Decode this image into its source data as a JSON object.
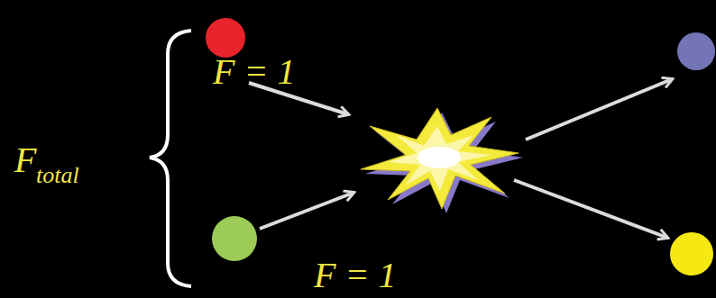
{
  "diagram": {
    "labels": [
      "F",
      "total",
      "F = 1",
      "F = 1"
    ]
  }
}
